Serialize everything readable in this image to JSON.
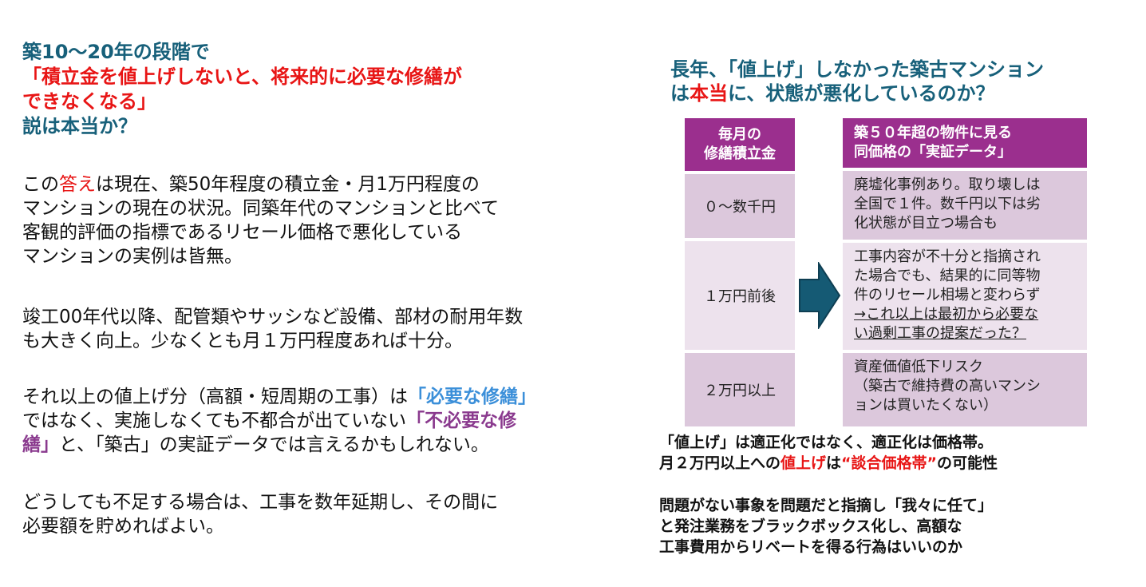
{
  "left": {
    "heading": {
      "line1": "築10〜20年の段階で",
      "line2": "「積立金を値上げしないと、将来的に必要な修繕が",
      "line3": "できなくなる」",
      "line4": "説は本当か？"
    },
    "para1": {
      "t1": "この",
      "t2": "答え",
      "t3": "は現在、築50年程度の積立金・月1万円程度の\nマンションの現在の状況。同築年代のマンションと比べて\n客観的評価の指標であるリセール価格で悪化している\nマンションの実例は皆無。"
    },
    "para2": "竣工00年代以降、配管類やサッシなど設備、部材の耐用年数\nも大きく向上。少なくとも月１万円程度あれば十分。",
    "para3": {
      "t1": "それ以上の値上げ分（高額・短周期の工事）は",
      "t2": "「必要な修繕」",
      "t3": "\nではなく、実施しなくても不都合が出ていない",
      "t4": "「不必要な修\n繕」",
      "t5": "と、「築古」の実証データでは言えるかもしれない。"
    },
    "para4": "どうしても不足する場合は、工事を数年延期し、その間に\n必要額を貯めればよい。"
  },
  "right": {
    "heading": {
      "line1": "長年、「値上げ」しなかった築古マンション",
      "line2_a": "は",
      "line2_b": "本当",
      "line2_c": "に、状態が悪化しているのか？"
    },
    "table": {
      "header_left": "毎月の\n修繕積立金",
      "header_right": "築５０年超の物件に見る\n同価格の「実証データ」",
      "rows": [
        {
          "label": "０〜数千円",
          "text": "廃墟化事例あり。取り壊しは\n全国で１件。数千円以下は劣\n化状態が目立つ場合も"
        },
        {
          "label": "１万円前後",
          "text": "工事内容が不十分と指摘され\nた場合でも、結果的に同等物\n件のリセール相場と変わらず",
          "underlined": "→これ以上は最初から必要な\nい過剰工事の提案だった？"
        },
        {
          "label": "２万円以上",
          "text": "資産価値低下リスク\n（築古で維持費の高いマンシ\nョンは買いたくない）"
        }
      ]
    },
    "note1": {
      "line1": "「値上げ」は適正化ではなく、適正化は価格帯。",
      "line2_a": "月２万円以上への",
      "line2_b": "値上げ",
      "line2_c": "は",
      "line2_d": "“談合価格帯”",
      "line2_e": "の可能性"
    },
    "note2": "問題がない事象を問題だと指摘し「我々に任て」\nと発注業務をブラックボックス化し、高額な\n工事費用からリベートを得る行為はいいのか"
  },
  "colors": {
    "teal": "#17607a",
    "red": "#e81515",
    "blue": "#3b8fd9",
    "purple": "#8a3a8e",
    "header_bg": "#9b2f8e",
    "cell_dark": "#dcc8dc",
    "cell_light": "#ede2ed",
    "arrow": "#155a74"
  },
  "icons": {
    "arrow": "right-arrow-icon"
  }
}
